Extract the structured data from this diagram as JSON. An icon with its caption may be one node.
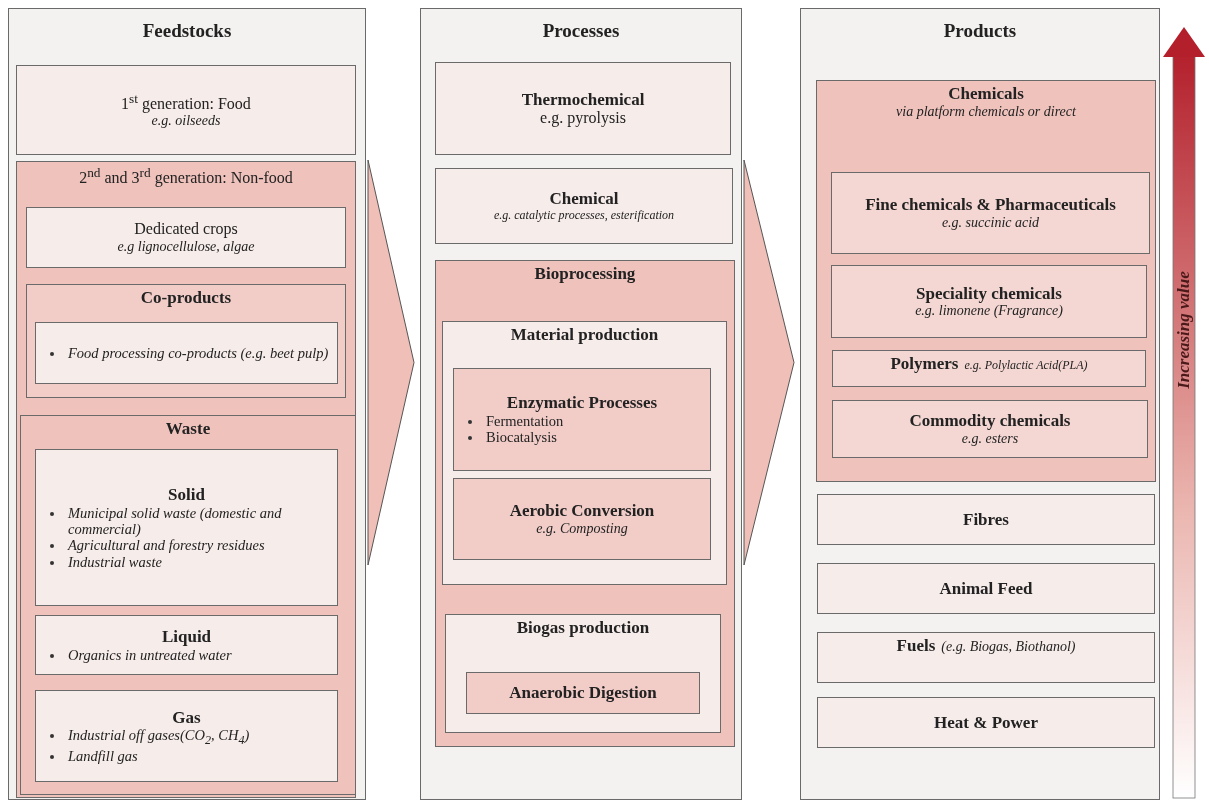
{
  "diagram": {
    "nodes": [
      {
        "text": [
          "Feedstocks"
        ]
      },
      {
        "text": [
          "1$^{st}$ generation: Food",
          "e.g. oilseeds"
        ],
        "in": 0
      },
      {
        "text": [
          "2$^{nd}$ and 3$^{rd}$ generation: Non-food"
        ],
        "in": 0
      },
      {
        "text": [
          "Dedicated crops",
          "e.g lignocellulose, algae"
        ],
        "in": 2
      },
      {
        "text": [
          "Co-products"
        ],
        "in": 2
      },
      {
        "text": [
          "Food processing co-products (e.g. beet pulp)"
        ],
        "in": 4
      },
      {
        "text": [
          "Waste"
        ],
        "in": 2
      },
      {
        "text": [
          "Solid",
          "Municipal solid waste (domestic and commercial)",
          "Agricultural and forestry residues",
          "Industrial waste"
        ],
        "in": 6
      },
      {
        "text": [
          "Liquid",
          "Organics in untreated water"
        ],
        "in": 6
      },
      {
        "text": [
          "Gas",
          "Industrial off gases(CO$_{2}$, CH$_{4}$)",
          "Landfill gas"
        ],
        "in": 6
      },
      {
        "text": [
          "Processes"
        ]
      },
      {
        "text": [
          "Thermochemical",
          "e.g. pyrolysis"
        ],
        "in": 10
      },
      {
        "text": [
          "Chemical",
          "e.g. catalytic processes, esterification"
        ],
        "in": 10
      },
      {
        "text": [
          "Bioprocessing"
        ],
        "in": 10
      },
      {
        "text": [
          "Material production"
        ],
        "in": 13
      },
      {
        "text": [
          "Enzymatic Processes",
          "Fermentation",
          "Biocatalysis"
        ],
        "in": 14
      },
      {
        "text": [
          "Aerobic Conversion",
          "e.g. Composting"
        ],
        "in": 14
      },
      {
        "text": [
          "Biogas production"
        ],
        "in": 13
      },
      {
        "text": [
          "Anaerobic Digestion"
        ],
        "in": 17
      },
      {
        "text": [
          "Products"
        ]
      },
      {
        "text": [
          "Chemicals",
          "via platform chemicals or direct"
        ],
        "in": 19
      },
      {
        "text": [
          "Fine chemicals & Pharmaceuticals",
          "e.g. succinic acid"
        ],
        "in": 20
      },
      {
        "text": [
          "Speciality chemicals",
          "e.g. limonene (Fragrance)"
        ],
        "in": 20
      },
      {
        "text": [
          "Polymers",
          "e.g. Polylactic Acid(PLA)"
        ],
        "in": 20
      },
      {
        "text": [
          "Commodity chemicals",
          "e.g. esters"
        ],
        "in": 20
      },
      {
        "text": [
          "Fibres"
        ],
        "in": 19
      },
      {
        "text": [
          "Animal Feed"
        ],
        "in": 19
      },
      {
        "text": [
          "Fuels",
          "(e.g. Biogas, Biothanol)"
        ],
        "in": 19
      },
      {
        "text": [
          "Heat & Power"
        ],
        "in": 19
      }
    ],
    "edges": [
      {
        "from": 0,
        "to": 10,
        "arrow": "to"
      },
      {
        "from": 10,
        "to": 19,
        "arrow": "to"
      }
    ],
    "labels": [
      "Increasing value"
    ]
  }
}
